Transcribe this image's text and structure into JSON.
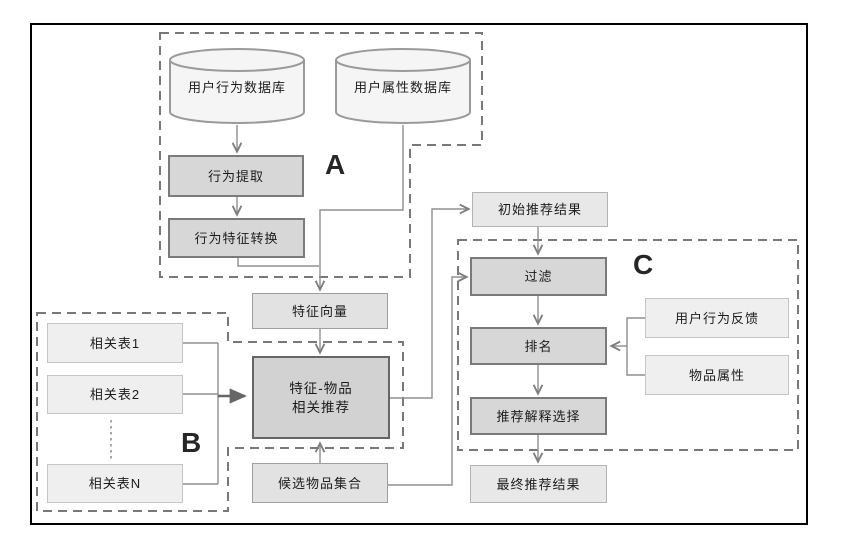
{
  "diagram": {
    "region_labels": {
      "a": "A",
      "b": "B",
      "c": "C"
    },
    "databases": {
      "user_behavior_db": "用户行为数据库",
      "user_attribute_db": "用户属性数据库"
    },
    "nodes": {
      "behavior_extraction": "行为提取",
      "behavior_feature_conversion": "行为特征转换",
      "feature_vector": "特征向量",
      "related_table_1": "相关表1",
      "related_table_2": "相关表2",
      "related_table_n": "相关表N",
      "feature_item_line1": "特征-物品",
      "feature_item_line2": "相关推荐",
      "candidate_item_set": "候选物品集合",
      "initial_recommendation_result": "初始推荐结果",
      "filter": "过滤",
      "ranking": "排名",
      "recommendation_explanation_selection": "推荐解释选择",
      "user_behavior_feedback": "用户行为反馈",
      "item_attribute": "物品属性",
      "final_recommendation_result": "最终推荐结果"
    },
    "colors": {
      "process_fill": "#d7d7d7",
      "process_border": "#7a7a7a",
      "strong_fill": "#d2d2d2",
      "strong_border": "#666666",
      "medium_fill": "#e2e2e2",
      "light_fill": "#efefef",
      "cylinder_fill": "#f5f5f5",
      "cylinder_stroke": "#9a9a9a",
      "connector": "#8f8f8f",
      "dashed_outline": "#787878",
      "frame_border": "#000000"
    }
  }
}
